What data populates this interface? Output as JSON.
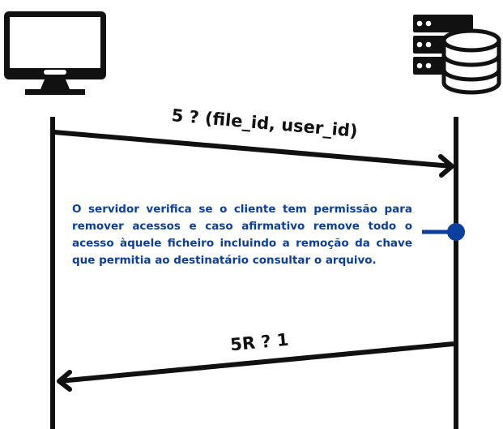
{
  "participants": {
    "client": {
      "icon": "desktop-computer-icon",
      "color": "#111111"
    },
    "server": {
      "icon": "server-database-icon",
      "color": "#111111"
    }
  },
  "messages": [
    {
      "label": "5 ? (file_id, user_id)",
      "direction": "client-to-server"
    },
    {
      "label": "5R ? 1",
      "direction": "server-to-client"
    }
  ],
  "note": {
    "text": "O servidor verifica se o cliente tem permissão para remover acessos e caso afirmativo remove todo o acesso àquele ficheiro incluindo a remoção da chave que permitia ao destinatário consultar o arquivo.",
    "color": "#0a3f9e",
    "attached_to": "server"
  }
}
